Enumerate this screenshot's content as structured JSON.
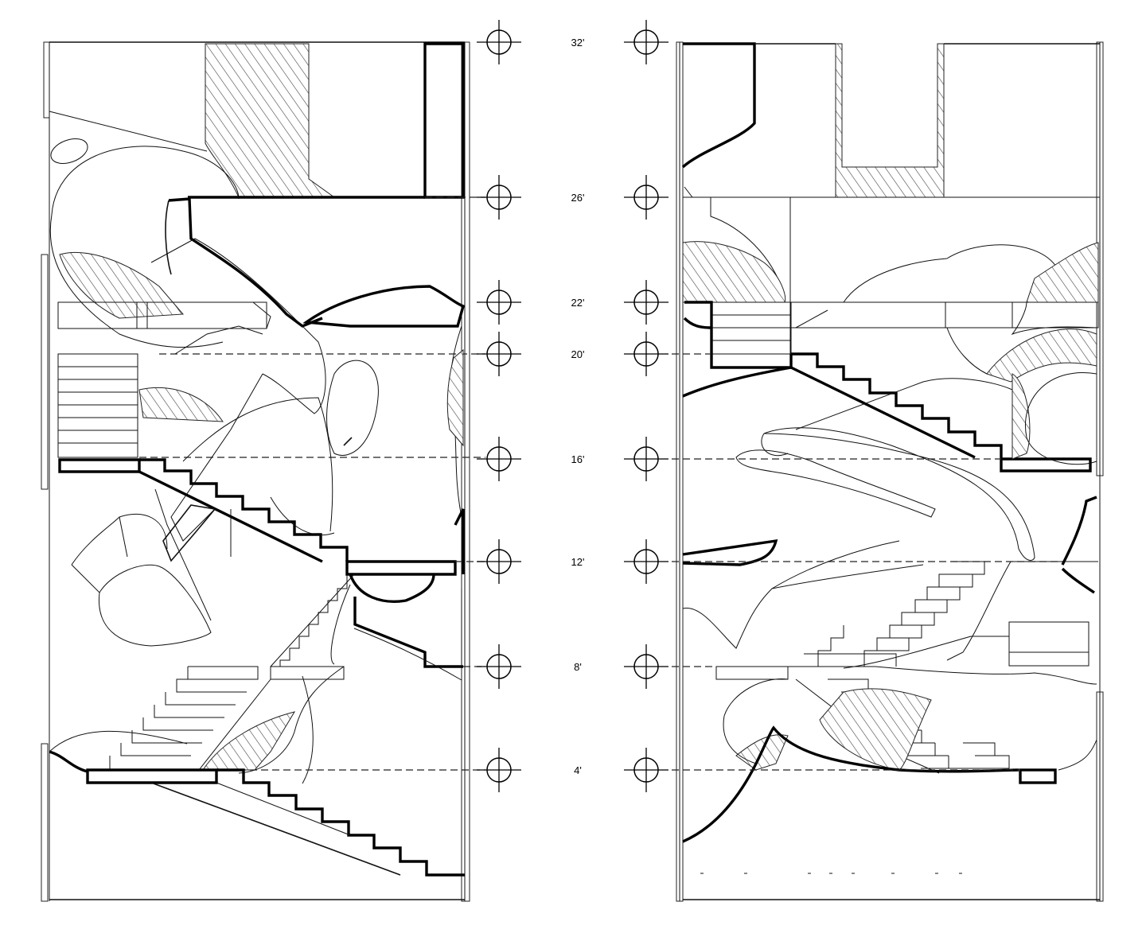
{
  "levels": [
    {
      "label": "32'",
      "key": "l32"
    },
    {
      "label": "26'",
      "key": "l26"
    },
    {
      "label": "22'",
      "key": "l22"
    },
    {
      "label": "20'",
      "key": "l20"
    },
    {
      "label": "16'",
      "key": "l16"
    },
    {
      "label": "12'",
      "key": "l12"
    },
    {
      "label": "8'",
      "key": "l8"
    },
    {
      "label": "4'",
      "key": "l4"
    }
  ]
}
